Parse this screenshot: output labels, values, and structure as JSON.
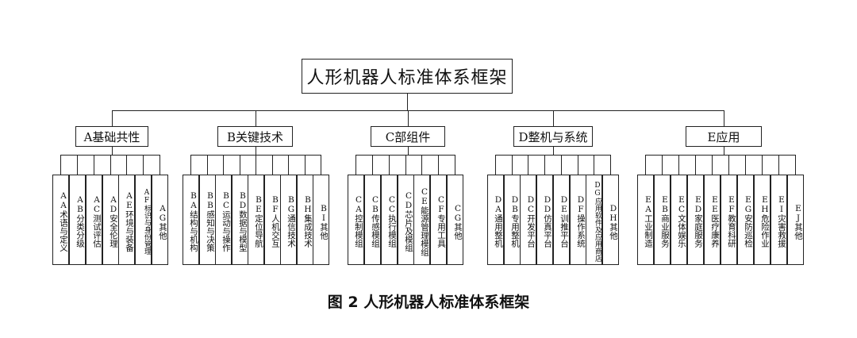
{
  "root": "人形机器人标准体系框架",
  "caption": "图 2  人形机器人标准体系框架",
  "categories": [
    {
      "label": "A基础共性",
      "items": [
        "AA术语与定义",
        "AB分类分级",
        "AC测试评估",
        "AD安全伦理",
        "AE环境与装备",
        "AF标识与身份管理",
        "AG其他"
      ]
    },
    {
      "label": "B关键技术",
      "items": [
        "BA结构与机构",
        "BB感知与决策",
        "BC运动与操作",
        "BD数据与模型",
        "BE定位导航",
        "BF人机交互",
        "BG通信技术",
        "BH集成技术",
        "BI其他"
      ]
    },
    {
      "label": "C部组件",
      "items": [
        "CA控制模组",
        "CB传感模组",
        "CC执行模组",
        "CD芯片及模组",
        "CE能源管理模组",
        "CF专用工具",
        "CG其他"
      ]
    },
    {
      "label": "D整机与系统",
      "items": [
        "DA通用整机",
        "DB专用整机",
        "DC开发平台",
        "DD仿真平台",
        "DE训推平台",
        "DF操作系统",
        "DG应用软件及应用商店",
        "DH其他"
      ]
    },
    {
      "label": "E应用",
      "items": [
        "EA工业制造",
        "EB商业服务",
        "EC文体娱乐",
        "ED家庭服务",
        "EE医疗康养",
        "EF教育科研",
        "EG安防巡检",
        "EH危险作业",
        "EI灾害救援",
        "EJ其他"
      ]
    }
  ]
}
